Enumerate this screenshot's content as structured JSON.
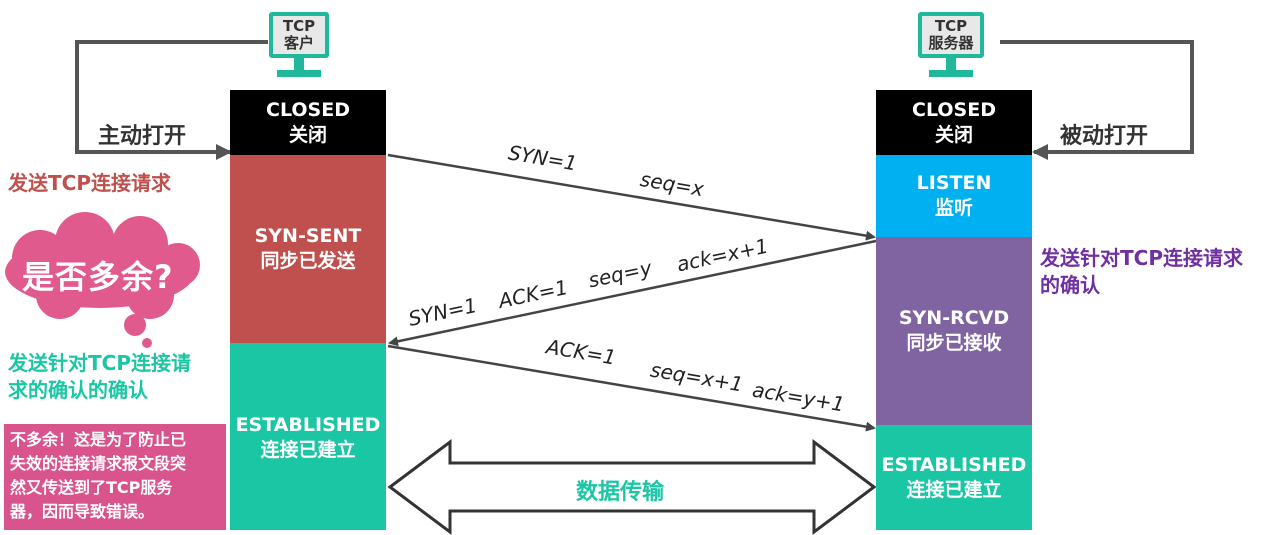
{
  "client": {
    "device_line1": "TCP",
    "device_line2": "客户",
    "open_label": "主动打开",
    "states": [
      {
        "en": "CLOSED",
        "zh": "关闭",
        "color": "#000000"
      },
      {
        "en": "SYN-SENT",
        "zh": "同步已发送",
        "color": "#c0504d"
      },
      {
        "en": "ESTABLISHED",
        "zh": "连接已建立",
        "color": "#1bc6a4"
      }
    ]
  },
  "server": {
    "device_line1": "TCP",
    "device_line2": "服务器",
    "open_label": "被动打开",
    "states": [
      {
        "en": "CLOSED",
        "zh": "关闭",
        "color": "#000000"
      },
      {
        "en": "LISTEN",
        "zh": "监听",
        "color": "#00b0f0"
      },
      {
        "en": "SYN-RCVD",
        "zh": "同步已接收",
        "color": "#8064a2"
      },
      {
        "en": "ESTABLISHED",
        "zh": "连接已建立",
        "color": "#1bc6a4"
      }
    ]
  },
  "messages": {
    "syn": {
      "syn": "SYN=1",
      "seq": "seq=x"
    },
    "synack": {
      "syn": "SYN=1",
      "ack_flag": "ACK=1",
      "seq": "seq=y",
      "ack": "ack=x+1"
    },
    "ack": {
      "ack_flag": "ACK=1",
      "seq": "seq=x+1",
      "ack": "ack=y+1"
    }
  },
  "data_transfer": "数据传输",
  "annotations": {
    "client_request": "发送TCP连接请求",
    "server_ack_line1": "发送针对TCP连接请求",
    "server_ack_line2": "的确认",
    "client_ack_line1": "发送针对TCP连接请",
    "client_ack_line2": "求的确认的确认",
    "question": "是否多余?",
    "answer_lines": [
      "不多余！这是为了防止已",
      "失效的连接请求报文段突",
      "然又传送到了TCP服务",
      "器，因而导致错误。"
    ]
  },
  "colors": {
    "device_teal": "#1fb89a",
    "client_request_text": "#c0504d",
    "server_ack_text": "#7030a0",
    "client_ack_text": "#1bc6a4",
    "question_bubble": "#e05a8e",
    "answer_box": "#d9538c",
    "open_arrow": "#555555"
  }
}
